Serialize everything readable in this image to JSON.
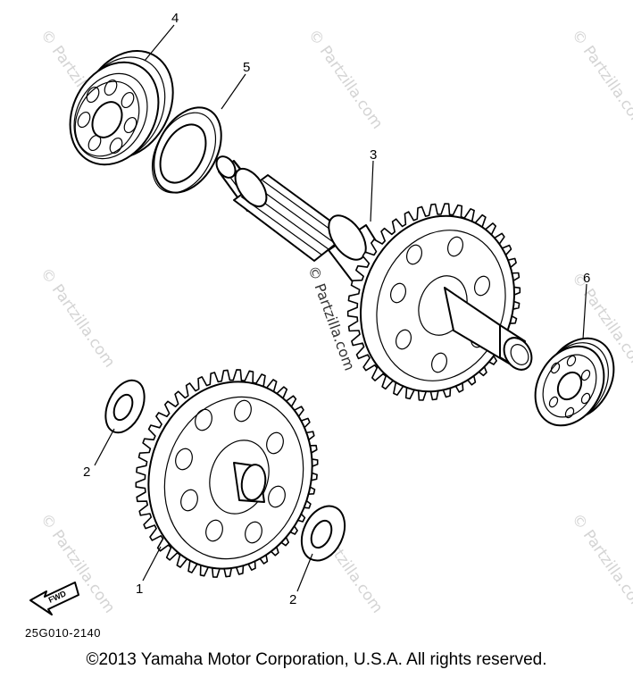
{
  "callouts": [
    {
      "id": "1",
      "label": "1"
    },
    {
      "id": "2a",
      "label": "2"
    },
    {
      "id": "2b",
      "label": "2"
    },
    {
      "id": "3",
      "label": "3"
    },
    {
      "id": "4",
      "label": "4"
    },
    {
      "id": "5",
      "label": "5"
    },
    {
      "id": "6",
      "label": "6"
    }
  ],
  "fwd_label": "FWD",
  "part_number": "25G010-2140",
  "copyright": "©2013 Yamaha Motor Corporation, U.S.A. All rights reserved.",
  "watermark": "© Partzilla.com",
  "colors": {
    "line": "#000000",
    "watermark": "#d4d4d4",
    "background": "#ffffff"
  }
}
